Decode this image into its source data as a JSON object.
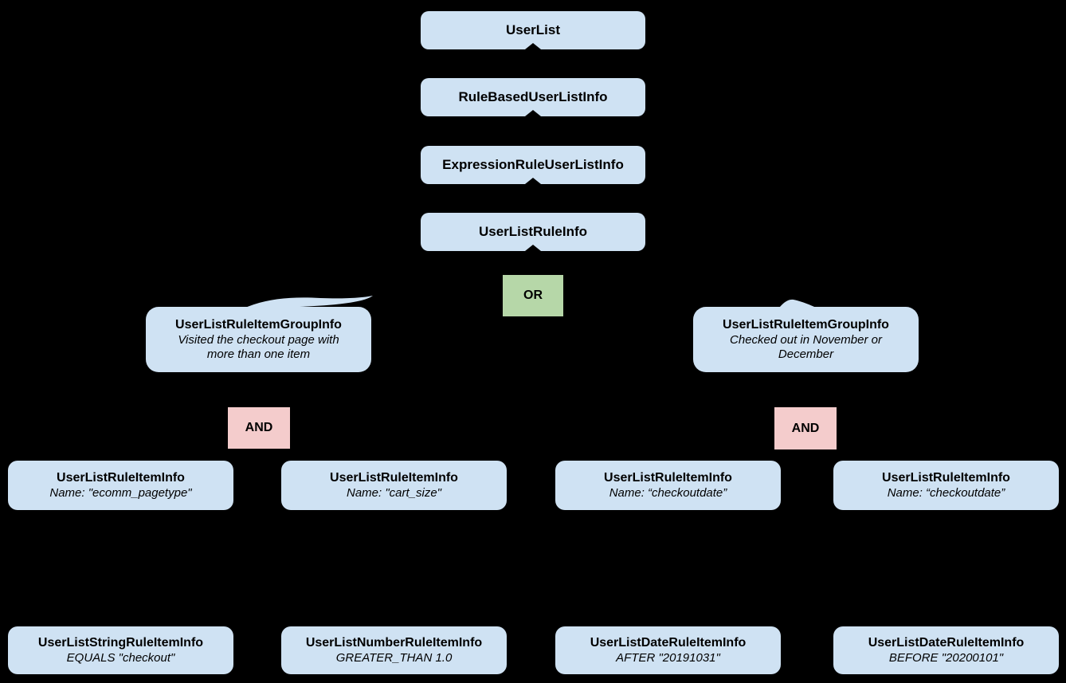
{
  "diagram": {
    "background": "#000000",
    "colors": {
      "node_fill": "#cfe2f3",
      "or_fill": "#b6d7a8",
      "and_fill": "#f4cccc",
      "text": "#000000"
    },
    "stack": [
      {
        "label": "UserList"
      },
      {
        "label": "RuleBasedUserListInfo"
      },
      {
        "label": "ExpressionRuleUserListInfo"
      },
      {
        "label": "UserListRuleInfo"
      }
    ],
    "operators": {
      "or_label": "OR",
      "and_left_label": "AND",
      "and_right_label": "AND"
    },
    "groups": [
      {
        "title": "UserListRuleItemGroupInfo",
        "subtitle": "Visited the checkout page with more than one item"
      },
      {
        "title": "UserListRuleItemGroupInfo",
        "subtitle": "Checked out in November or December"
      }
    ],
    "rule_items": [
      {
        "title": "UserListRuleItemInfo",
        "subtitle": "Name: \"ecomm_pagetype\""
      },
      {
        "title": "UserListRuleItemInfo",
        "subtitle": "Name: \"cart_size\""
      },
      {
        "title": "UserListRuleItemInfo",
        "subtitle": "Name: “checkoutdate”"
      },
      {
        "title": "UserListRuleItemInfo",
        "subtitle": "Name: “checkoutdate”"
      }
    ],
    "leaf_items": [
      {
        "title": "UserListStringRuleItemInfo",
        "subtitle": "EQUALS \"checkout\""
      },
      {
        "title": "UserListNumberRuleItemInfo",
        "subtitle": "GREATER_THAN 1.0"
      },
      {
        "title": "UserListDateRuleItemInfo",
        "subtitle": "AFTER \"20191031\""
      },
      {
        "title": "UserListDateRuleItemInfo",
        "subtitle": "BEFORE \"20200101\""
      }
    ]
  }
}
